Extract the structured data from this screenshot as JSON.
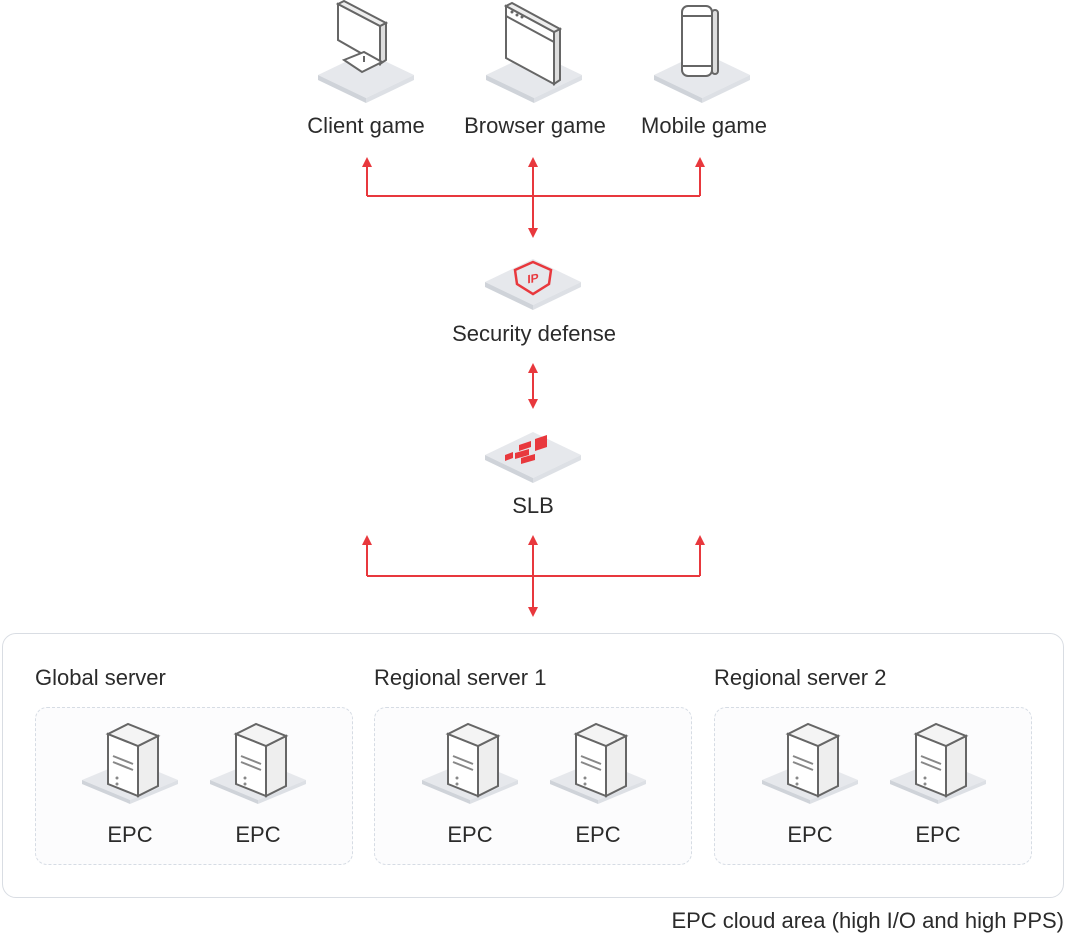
{
  "clients": [
    {
      "label": "Client game",
      "icon": "monitor-icon"
    },
    {
      "label": "Browser game",
      "icon": "browser-window-icon"
    },
    {
      "label": "Mobile game",
      "icon": "mobile-phone-icon"
    }
  ],
  "security": {
    "label": "Security defense",
    "icon": "ip-shield-icon",
    "icon_text": "IP"
  },
  "slb": {
    "label": "SLB",
    "icon": "load-balancer-icon"
  },
  "servers": [
    {
      "title": "Global server",
      "nodes": [
        "EPC",
        "EPC"
      ]
    },
    {
      "title": "Regional server 1",
      "nodes": [
        "EPC",
        "EPC"
      ]
    },
    {
      "title": "Regional server 2",
      "nodes": [
        "EPC",
        "EPC"
      ]
    }
  ],
  "cloud_caption": "EPC cloud area (high I/O and high PPS)",
  "colors": {
    "arrow": "#e8383d",
    "platform": "#e6e8ec",
    "accent": "#e8383d"
  }
}
